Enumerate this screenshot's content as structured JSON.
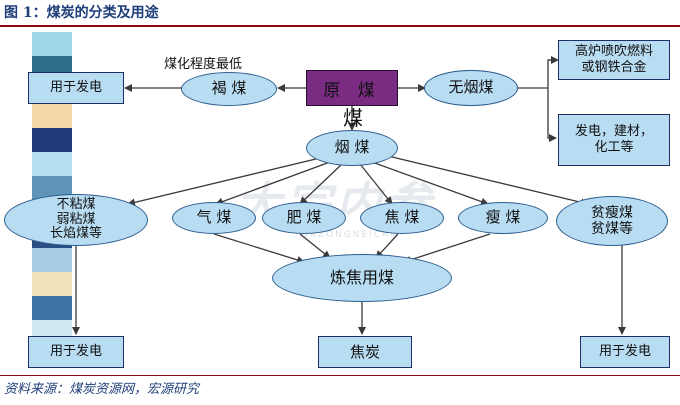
{
  "title": "图 1：煤炭的分类及用途",
  "source": "资料来源：煤炭资源网，宏源研究",
  "watermark": {
    "text": "大宗内参",
    "subtext": "DAZONGNEICAN"
  },
  "colors": {
    "node_fill": "#b8dcf2",
    "node_border": "#2f5f8f",
    "root_fill": "#7a2b82",
    "connector": "#3a3a3a",
    "title_rule": "#8b0d12",
    "title_text": "#1f3f7a"
  },
  "diagram": {
    "root": "原 煤",
    "root_annotation": "煤",
    "low_coal_label": "煤化程度最低",
    "nodes": {
      "lignite": "褐 煤",
      "anthracite": "无烟煤",
      "bituminous": "烟 煤",
      "low_rank": "不粘煤\n弱粘煤\n长焰煤等",
      "gas": "气 煤",
      "fat": "肥 煤",
      "coking": "焦 煤",
      "lean": "瘦 煤",
      "lean_meager": "贫瘦煤\n贫煤等",
      "blend": "炼焦用煤"
    },
    "boxes": {
      "power_top_left": "用于发电",
      "blast_furnace": "高炉喷吹燃料\n或钢铁合金",
      "power_materials": "发电，建材，\n化工等",
      "power_bottom_left": "用于发电",
      "coke": "焦炭",
      "power_bottom_right": "用于发电"
    }
  }
}
